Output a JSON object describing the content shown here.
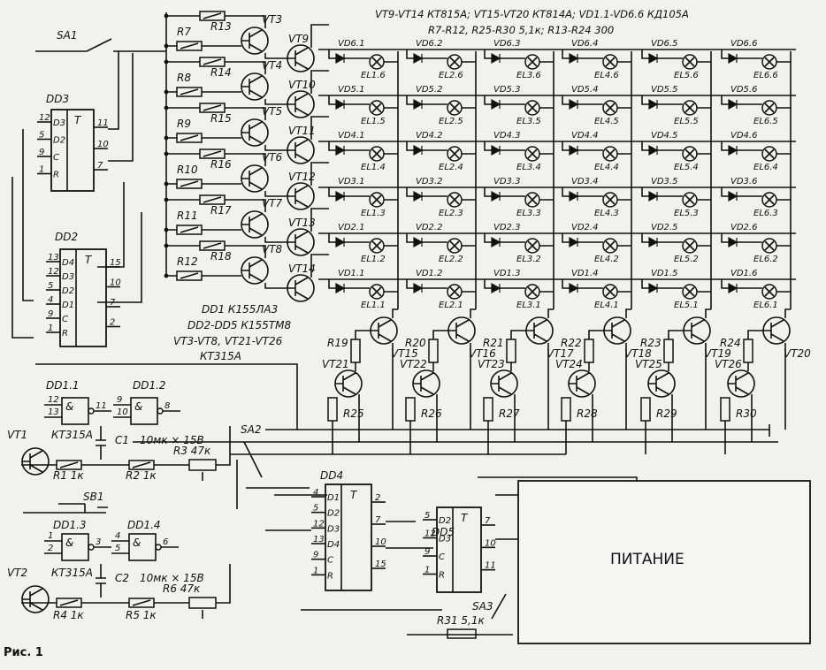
{
  "header": {
    "line1": "VT9-VT14  КТ815А; VT15-VT20  КТ814А;  VD1.1-VD6.6  КД105А",
    "line2": "R7-R12, R25-R30  5,1к;  R13-R24  300"
  },
  "notes": {
    "l1": "DD1  К155ЛА3",
    "l2": "DD2-DD5  К155ТМ8",
    "l3": "VT3-VT8, VT21-VT26",
    "l4": "КТ315А"
  },
  "caption": "Рис. 1",
  "power_label": "ПИТАНИЕ",
  "switches": {
    "sa1": "SA1",
    "sa2": "SA2",
    "sa3": "SA3",
    "sb1": "SB1"
  },
  "row_transistors": {
    "drivers": [
      "VT3",
      "VT4",
      "VT5",
      "VT6",
      "VT7",
      "VT8"
    ],
    "outputs": [
      "VT9",
      "VT10",
      "VT11",
      "VT12",
      "VT13",
      "VT14"
    ],
    "base_resistors": [
      "R7",
      "R8",
      "R9",
      "R10",
      "R11",
      "R12"
    ],
    "series_resistors": [
      "R13",
      "R14",
      "R15",
      "R16",
      "R17",
      "R18"
    ]
  },
  "matrix": {
    "diodes": [
      [
        "VD6.1",
        "VD6.2",
        "VD6.3",
        "VD6.4",
        "VD6.5",
        "VD6.6"
      ],
      [
        "VD5.1",
        "VD5.2",
        "VD5.3",
        "VD5.4",
        "VD5.5",
        "VD5.6"
      ],
      [
        "VD4.1",
        "VD4.2",
        "VD4.3",
        "VD4.4",
        "VD4.5",
        "VD4.6"
      ],
      [
        "VD3.1",
        "VD3.2",
        "VD3.3",
        "VD3.4",
        "VD3.5",
        "VD3.6"
      ],
      [
        "VD2.1",
        "VD2.2",
        "VD2.3",
        "VD2.4",
        "VD2.5",
        "VD2.6"
      ],
      [
        "VD1.1",
        "VD1.2",
        "VD1.3",
        "VD1.4",
        "VD1.5",
        "VD1.6"
      ]
    ],
    "lamps": [
      [
        "EL1.6",
        "EL2.6",
        "EL3.6",
        "EL4.6",
        "EL5.6",
        "EL6.6"
      ],
      [
        "EL1.5",
        "EL2.5",
        "EL3.5",
        "EL4.5",
        "EL5.5",
        "EL6.5"
      ],
      [
        "EL1.4",
        "EL2.4",
        "EL3.4",
        "EL4.4",
        "EL5.4",
        "EL6.4"
      ],
      [
        "EL1.3",
        "EL2.3",
        "EL3.3",
        "EL4.3",
        "EL5.3",
        "EL6.3"
      ],
      [
        "EL1.2",
        "EL2.2",
        "EL3.2",
        "EL4.2",
        "EL5.2",
        "EL6.2"
      ],
      [
        "EL1.1",
        "EL2.1",
        "EL3.1",
        "EL4.1",
        "EL5.1",
        "EL6.1"
      ]
    ]
  },
  "columns": {
    "pnp": [
      "VT15",
      "VT16",
      "VT17",
      "VT18",
      "VT19",
      "VT20"
    ],
    "npn": [
      "VT21",
      "VT22",
      "VT23",
      "VT24",
      "VT25",
      "VT26"
    ],
    "top_resistors": [
      "R19",
      "R20",
      "R21",
      "R22",
      "R23",
      "R24"
    ],
    "bottom_resistors": [
      "R25",
      "R26",
      "R27",
      "R28",
      "R29",
      "R30"
    ]
  },
  "dd3": {
    "name": "DD3",
    "pins_left": [
      "12",
      "5",
      "9",
      "1"
    ],
    "labels_left": [
      "D3",
      "D2",
      "C",
      "R"
    ],
    "t": "T",
    "pins_right": [
      "11",
      "10",
      "7"
    ]
  },
  "dd2": {
    "name": "DD2",
    "pins_left": [
      "13",
      "12",
      "5",
      "4",
      "9",
      "1"
    ],
    "labels_left": [
      "D4",
      "D3",
      "D2",
      "D1",
      "C",
      "R"
    ],
    "t": "T",
    "pins_right": [
      "15",
      "10",
      "7",
      "2"
    ]
  },
  "dd4": {
    "name": "DD4",
    "pins_left": [
      "4",
      "5",
      "12",
      "13",
      "9",
      "1"
    ],
    "labels_left": [
      "D1",
      "D2",
      "D3",
      "D4",
      "C",
      "R"
    ],
    "t": "T",
    "pins_right": [
      "2",
      "7",
      "10",
      "15"
    ]
  },
  "dd5": {
    "name": "DD5",
    "pins_left": [
      "5",
      "12",
      "9",
      "1"
    ],
    "labels_left": [
      "D2",
      "D3",
      "C",
      "R"
    ],
    "t": "T",
    "pins_right": [
      "7",
      "10",
      "11"
    ]
  },
  "gates": {
    "g1": {
      "name": "DD1.1",
      "sym": "&",
      "pins": [
        "12",
        "13",
        "11"
      ]
    },
    "g2": {
      "name": "DD1.2",
      "sym": "&",
      "pins": [
        "9",
        "10",
        "8"
      ]
    },
    "g3": {
      "name": "DD1.3",
      "sym": "&",
      "pins": [
        "1",
        "2",
        "3"
      ]
    },
    "g4": {
      "name": "DD1.4",
      "sym": "&",
      "pins": [
        "4",
        "5",
        "6"
      ]
    }
  },
  "gen1": {
    "vt": "VT1",
    "vt_type": "КТ315А",
    "c": "C1",
    "c_val": "10мк × 15В",
    "r1": "R1  1к",
    "r2": "R2  1к",
    "r3": "R3  47к"
  },
  "gen2": {
    "vt": "VT2",
    "vt_type": "КТ315А",
    "c": "C2",
    "c_val": "10мк × 15В",
    "r4": "R4  1к",
    "r5": "R5  1к",
    "r6": "R6  47к"
  },
  "r31": "R31  5,1к"
}
